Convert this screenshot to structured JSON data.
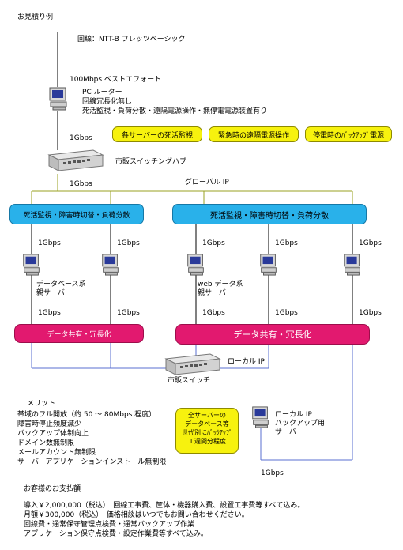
{
  "title": "お見積り例",
  "line_label": "回線：NTT-B フレッツベーシック",
  "speed_label": "100Mbps ベストエフォート",
  "router": {
    "name": "PC ルーター",
    "feat1": "回線冗長化無し",
    "feat2": "死活監視・負荷分散・遠隔電源操作・無停電電源装置有り"
  },
  "features": [
    "各サーバーの死活監視",
    "緊急時の遠隔電源操作",
    "停電時のﾊﾞｯｸｱｯﾌﾟ電源"
  ],
  "gbps": "1Gbps",
  "hub_label": "市販スイッチングハブ",
  "global_ip": "グローバル IP",
  "lb_left": "死活監視・障害時切替・負荷分散",
  "lb_right": "死活監視・障害時切替・負荷分散",
  "db_server": [
    "データベース系",
    "親サーバー"
  ],
  "web_server": [
    "web データ系",
    "親サーバー"
  ],
  "share_left": "データ共有・冗長化",
  "share_right": "データ共有・冗長化",
  "local_ip": "ローカル IP",
  "switch_label": "市販スイッチ",
  "merits": {
    "heading": "メリット",
    "items": [
      "帯域のフル開放（約 50 ～ 80Mbps 程度）",
      "障害時停止頻度減少",
      "バックアップ体制向上",
      "ドメイン数無制限",
      "メールアカウント無制限",
      "サーバーアプリケーションインストール無制限"
    ]
  },
  "backup_note": [
    "全サーバーの",
    "データベース等",
    "世代別にﾊﾞｯｸｱｯﾌﾟ",
    "１週間分程度"
  ],
  "backup_server": [
    "ローカル IP",
    "バックアップ用",
    "サーバー"
  ],
  "payment": {
    "heading": "お客様のお支払額",
    "lines": [
      "導入￥2,000,000（税込）　回線工事費、筐体・機器購入費、設置工事費等すべて込み。",
      "月額￥300,000（税込）　価格相談はいつでもお問い合わせください。",
      "回線費・通常保守管理点検費・通常バックアップ作業",
      "アプリケーション保守点検費・設定作業費等すべて込み。"
    ]
  },
  "colors": {
    "wire_green": "#9aa020",
    "wire_blue": "#5a6fd0",
    "blue": "#29b1ea",
    "pink": "#e2196f",
    "yellow": "#f7f20e"
  }
}
